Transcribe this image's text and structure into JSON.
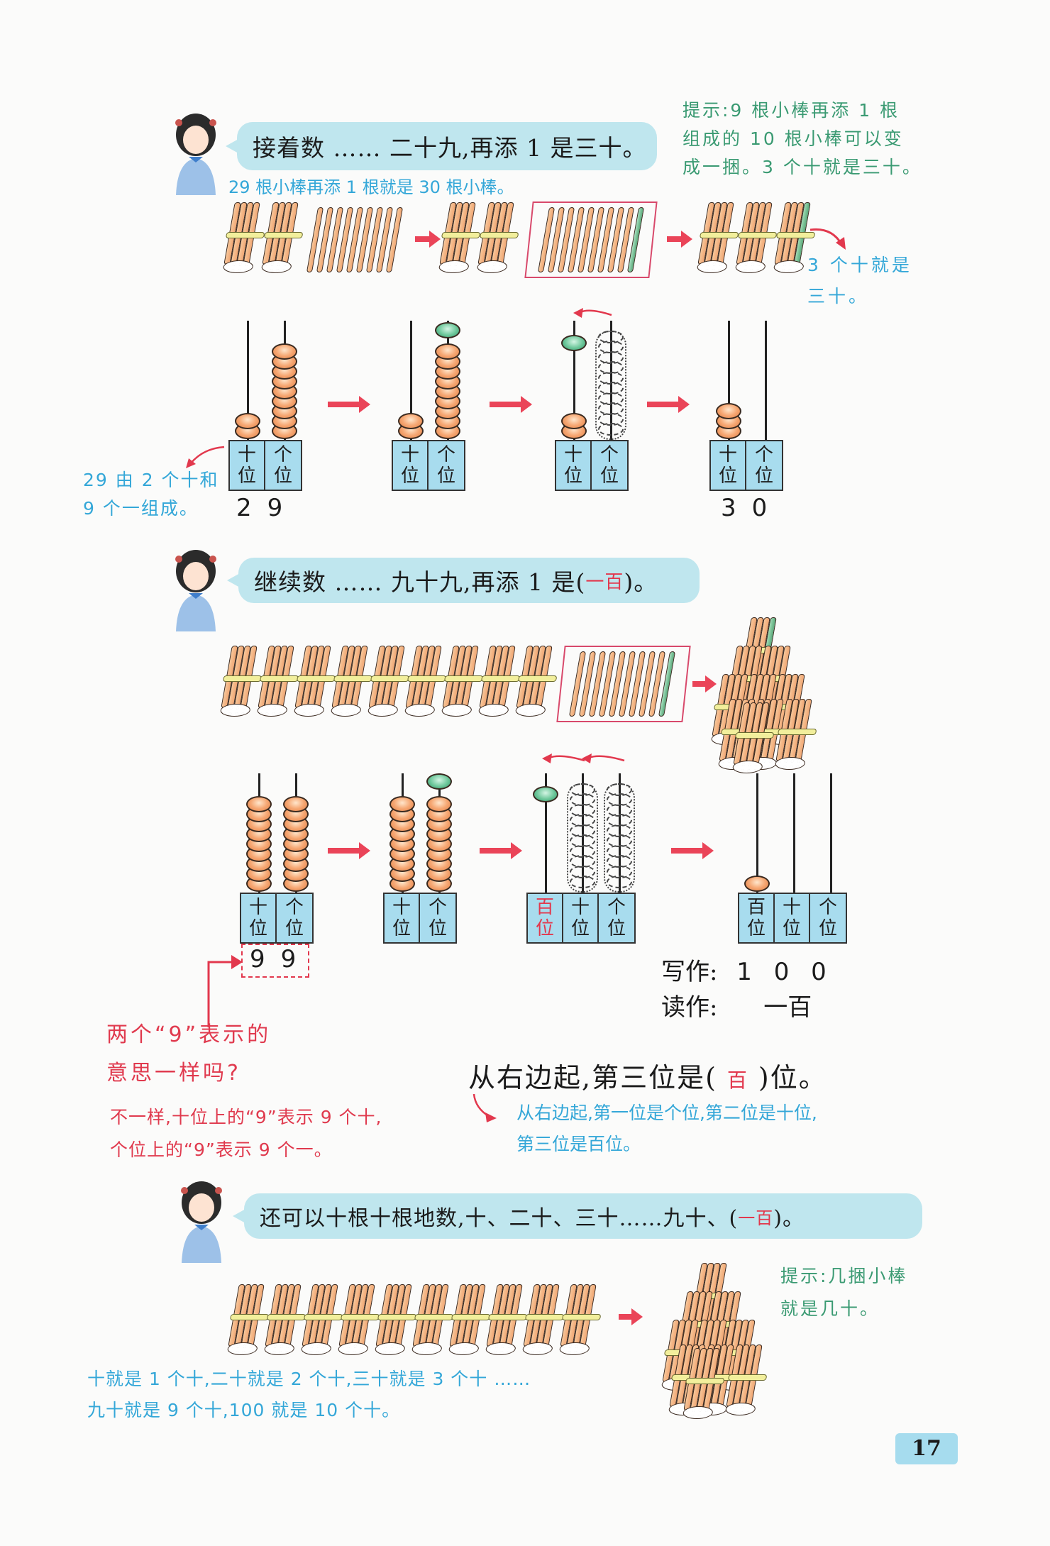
{
  "page": {
    "number": "17"
  },
  "section1": {
    "bubble_prefix": "接着数 …… 二十九,再添 1 是三十。",
    "note_sticks": "29 根小棒再添 1 根就是 30 根小棒。",
    "hint": [
      "提示:9 根小棒再添 1 根",
      "组成的 10 根小棒可以变",
      "成一捆。3 个十就是三十。"
    ],
    "note_three_tens": [
      "3 个十就是",
      "三十。"
    ],
    "note_composition": [
      "29 由 2 个十和",
      "9 个一组成。"
    ],
    "abacus_labels": {
      "tens": [
        "十",
        "位"
      ],
      "ones": [
        "个",
        "位"
      ]
    },
    "number_before": "29",
    "number_after": "30"
  },
  "section2": {
    "bubble_text": "继续数 …… 九十九,再添 1 是(",
    "bubble_answer": "一百",
    "bubble_end": ")。",
    "abacus_labels": {
      "hundreds": [
        "百",
        "位"
      ],
      "tens": [
        "十",
        "位"
      ],
      "ones": [
        "个",
        "位"
      ]
    },
    "number_before": "99",
    "write_label": "写作:",
    "write_value": "1 0 0",
    "read_label": "读作:",
    "read_value": "一百",
    "question": [
      "两个“9”表示的",
      "意思一样吗?"
    ],
    "answer": [
      "不一样,十位上的“9”表示 9 个十,",
      "个位上的“9”表示 9 个一。"
    ],
    "place_statement_prefix": "从右边起,第三位是(",
    "place_statement_answer": "百",
    "place_statement_suffix": ")位。",
    "place_note": [
      "从右边起,第一位是个位,第二位是十位,",
      "第三位是百位。"
    ]
  },
  "section3": {
    "bubble_text": "还可以十根十根地数,十、二十、三十……九十、(",
    "bubble_answer": "一百",
    "bubble_end": ")。",
    "hint": [
      "提示:几捆小棒",
      "就是几十。"
    ],
    "note": [
      "十就是 1 个十,二十就是 2 个十,三十就是 3 个十 ……",
      "九十就是 9 个十,100 就是 10 个十。"
    ]
  },
  "colors": {
    "bubble": "#bfe6ee",
    "accent_red": "#e2384d",
    "note_blue": "#34a7d8",
    "hint_green": "#3a9a72",
    "table_blue": "#a8dcee"
  }
}
